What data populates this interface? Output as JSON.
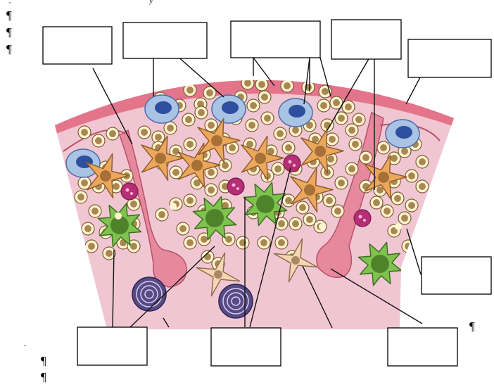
{
  "document": {
    "fragment_top": "y",
    "pilcrow": "¶",
    "tick_top": "''",
    "tick_bottom": "''"
  },
  "diagram": {
    "title": "",
    "label_boxes": [
      {
        "id": "box-1",
        "text": ""
      },
      {
        "id": "box-2",
        "text": ""
      },
      {
        "id": "box-3",
        "text": ""
      },
      {
        "id": "box-4",
        "text": ""
      },
      {
        "id": "box-5",
        "text": ""
      },
      {
        "id": "box-6",
        "text": ""
      },
      {
        "id": "box-7",
        "text": ""
      },
      {
        "id": "box-8",
        "text": ""
      },
      {
        "id": "box-9",
        "text": ""
      }
    ],
    "colors": {
      "outer_band": "#e4748a",
      "tissue": "#f1c6d3",
      "vessel": "#e6899c",
      "blast_blue": "#a9c3e4",
      "blast_nucleus": "#2e4f9e",
      "cell_cream": "#fff3ce",
      "cell_nucleus": "#a88752",
      "megakaryocyte_orange": "#eba75c",
      "macrophage_green": "#7fc24e",
      "granulocyte_magenta": "#b62e75",
      "spiral_purple": "#574b86",
      "plasma_tan": "#f5d6b4",
      "leader_line": "#111111"
    }
  }
}
